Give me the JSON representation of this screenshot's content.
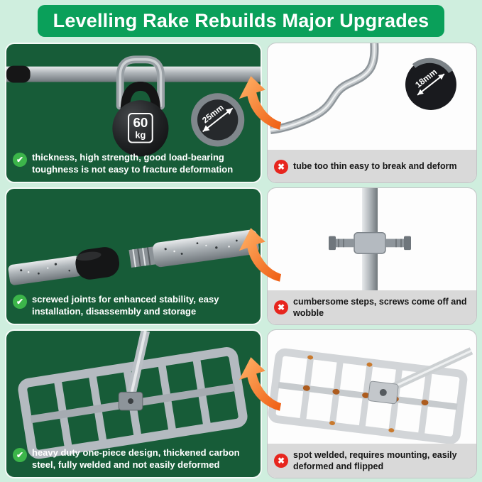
{
  "page": {
    "title": "Levelling Rake Rebuilds Major Upgrades"
  },
  "icons": {
    "check": "✔",
    "cross": "✖"
  },
  "colors": {
    "background": "#cfeede",
    "banner_green": "#0aa05a",
    "good_panel_green": "#175c38",
    "bad_caption_gray": "#d9d9d9",
    "check_green": "#3cb54a",
    "cross_red": "#e7251e",
    "arrow_orange": "#ef5d12"
  },
  "rows": [
    {
      "topic": "tube thickness",
      "good": {
        "caption": "thickness, high strength, good load-bearing toughness is not easy to fracture deformation",
        "weight_value": "60",
        "weight_unit": "kg",
        "diameter_label": "25mm"
      },
      "bad": {
        "caption": "tube too thin easy to break and deform",
        "diameter_label": "18mm"
      }
    },
    {
      "topic": "handle joint",
      "good": {
        "caption": "screwed joints for enhanced stability, easy installation, disassembly and storage"
      },
      "bad": {
        "caption": "cumbersome steps, screws come off and wobble"
      }
    },
    {
      "topic": "rake head build",
      "good": {
        "caption": "heavy duty one-piece design, thickened carbon steel, fully welded and not easily deformed"
      },
      "bad": {
        "caption": "spot welded, requires mounting, easily deformed and flipped"
      }
    }
  ]
}
